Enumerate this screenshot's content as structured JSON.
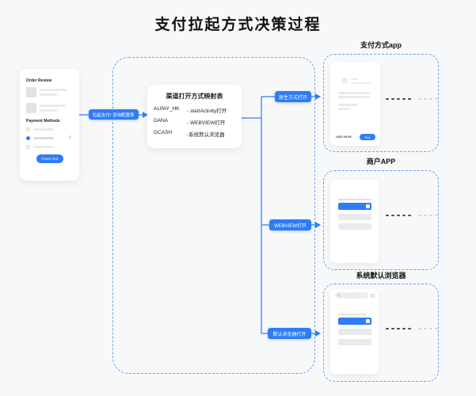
{
  "page": {
    "title": "支付拉起方式决策过程",
    "colors": {
      "accent": "#2e7cf6",
      "dash_border": "#69a1f8",
      "background": "#f7f8f9"
    }
  },
  "icons": {
    "check": "✓"
  },
  "phone": {
    "order_review_label": "Order Review",
    "payment_methods_label": "Payment Methods",
    "checkout_button": "Check Out"
  },
  "flow": {
    "launch_label": "拉起支付/ 咨询配置表",
    "table": {
      "title": "渠道打开方式映射表",
      "rows": [
        {
          "channel": "ALPAY_HK",
          "method": "- startActivity打开"
        },
        {
          "channel": "DANA",
          "method": "- WEBVIEW打开"
        },
        {
          "channel": "GCASH",
          "method": "-系统默认浏览器"
        }
      ]
    },
    "branches": [
      {
        "label": "原生方式打开"
      },
      {
        "label": "WEBVIEW打开"
      },
      {
        "label": "默认浏览器打开"
      }
    ]
  },
  "panels": [
    {
      "title": "支付方式app",
      "price": "USD 99.99",
      "pay_button": "Pay"
    },
    {
      "title": "商户APP"
    },
    {
      "title": "系统默认浏览器"
    }
  ]
}
